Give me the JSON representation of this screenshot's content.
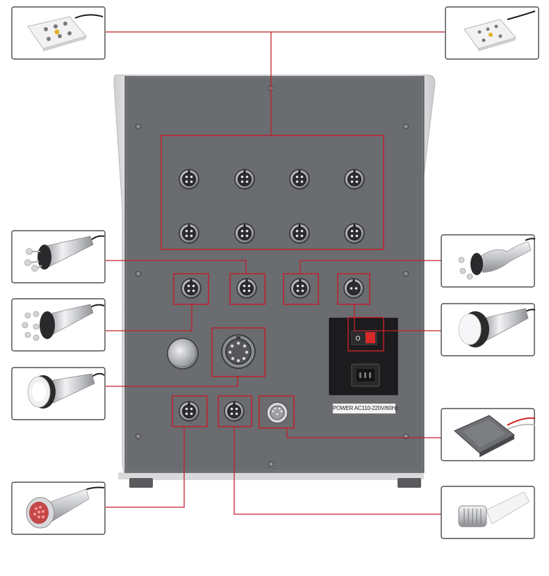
{
  "device": {
    "power_label": "POWER AC110-220V/60Hz"
  },
  "accessories": {
    "top_left": "rf-pad-handpiece",
    "top_right": "rf-pad-handpiece",
    "left_1": "tripolar-rf-handpiece",
    "left_2": "hexapolar-rf-handpiece",
    "left_3": "cavitation-handpiece",
    "left_4": "led-photon-handpiece",
    "right_1": "bipolar-rf-handpiece",
    "right_2": "cavitation-handpiece",
    "right_3": "electrode-pad",
    "right_4": "cold-hammer-handpiece"
  },
  "colors": {
    "callout_line": "#c0202a",
    "panel": "#6a6c70",
    "housing": "#e4e4e6"
  }
}
